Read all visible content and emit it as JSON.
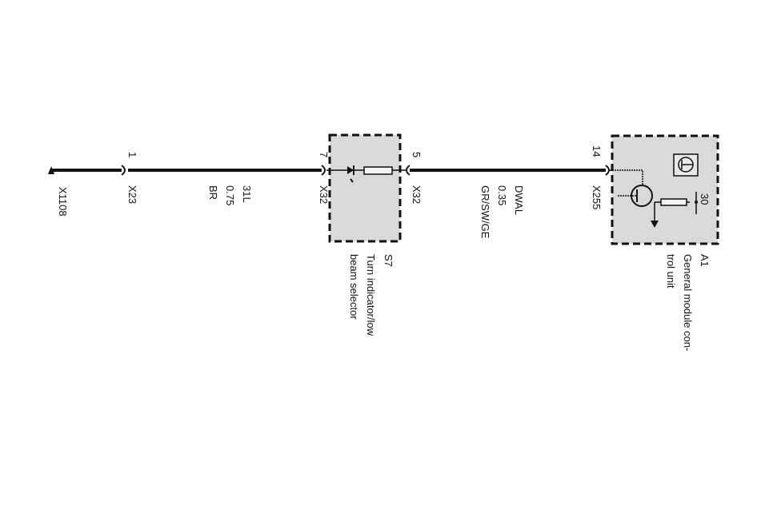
{
  "ground": {
    "label": "X1108"
  },
  "connectors": [
    {
      "pin": "1",
      "label": "X23"
    },
    {
      "pin": "7",
      "label": "X32"
    },
    {
      "pin": "5",
      "label": "X32"
    },
    {
      "pin": "14",
      "label": "X255"
    }
  ],
  "wire1": {
    "lines": [
      "31L",
      "0.75",
      "BR"
    ]
  },
  "wire2": {
    "lines": [
      "DWAL",
      "0.35",
      "GR/SW/GE"
    ]
  },
  "s7": {
    "id": "S7",
    "lines": [
      "Turn indicator/low",
      "beam selector"
    ]
  },
  "a1": {
    "id": "A1",
    "lines": [
      "General module con-",
      "trol unit"
    ],
    "terminal": "30"
  },
  "colors": {
    "box_fill": "#d9d9d9",
    "line": "#111111"
  }
}
